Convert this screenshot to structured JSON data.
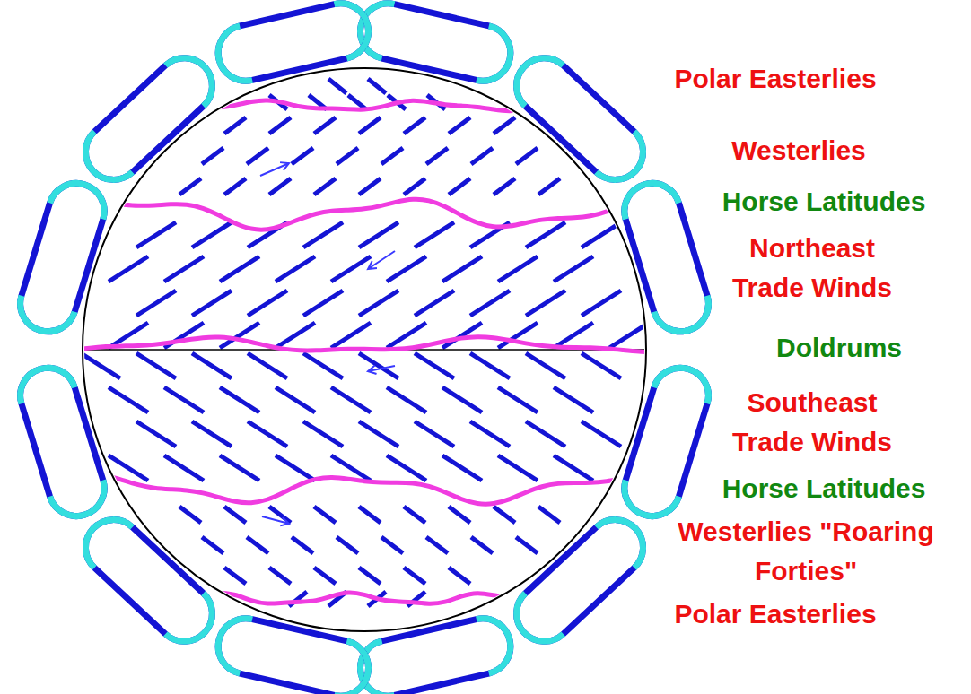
{
  "diagram": {
    "labels": [
      "Polar Easterlies",
      "Westerlies",
      "Horse Latitudes",
      "Northeast Trade Winds",
      "Doldrums",
      "Southeast Trade Winds",
      "Horse Latitudes",
      "Westerlies \"Roaring Forties\"",
      "Polar Easterlies"
    ]
  }
}
